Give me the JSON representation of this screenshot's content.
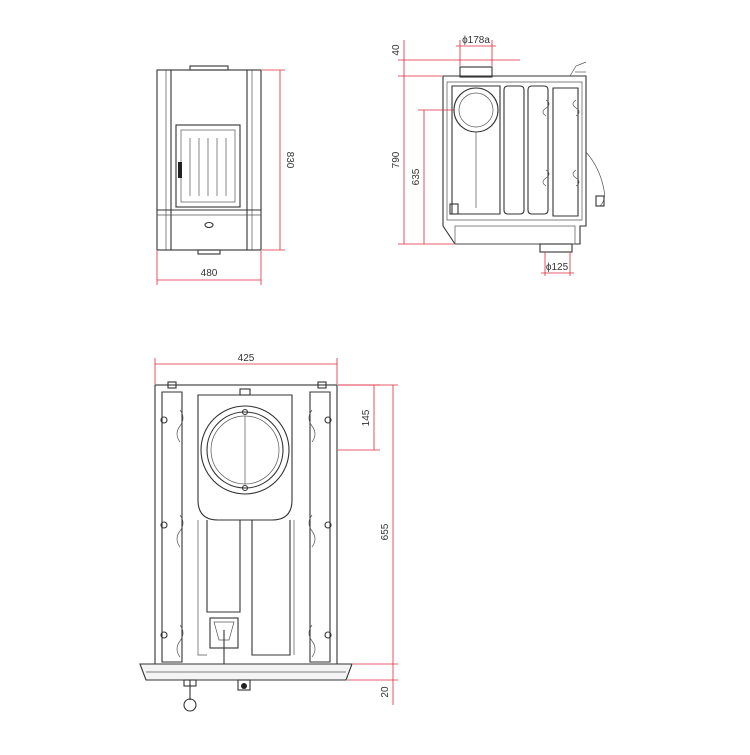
{
  "drawing": {
    "colors": {
      "dimension_line": "#e02a3c",
      "object_line": "#333333",
      "background": "#ffffff"
    },
    "views": {
      "front": {
        "dimensions": {
          "height": "830",
          "width": "480"
        }
      },
      "side": {
        "dimensions": {
          "top_offset": "40",
          "flue_diameter": "ϕ178a",
          "total_height": "790",
          "flue_height": "635",
          "air_inlet_diameter": "ϕ125"
        }
      },
      "top": {
        "dimensions": {
          "width": "425",
          "flue_offset": "145",
          "depth": "655",
          "bottom_offset": "20"
        }
      }
    }
  }
}
